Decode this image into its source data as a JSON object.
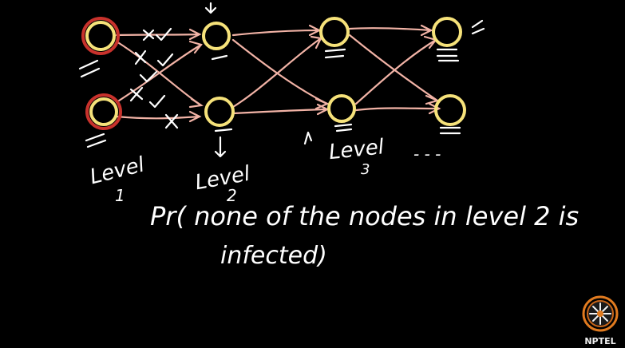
{
  "colors": {
    "background": "#000000",
    "node_stroke": "#f6e27a",
    "infected_ring": "#c8322c",
    "edge": "#f2b3a6",
    "ink": "#ffffff",
    "logo_accent": "#e07a1f"
  },
  "labels": {
    "level1": "Level",
    "level1_num": "1",
    "level2": "Level",
    "level2_num": "2",
    "level3": "Level",
    "level3_num": "3",
    "ellipsis": "- - -",
    "question_line1": "Pr( none of the nodes in level 2 is",
    "question_line2": "infected)"
  },
  "logo": {
    "text": "NPTEL",
    "icon": "nptel-emblem-icon"
  }
}
